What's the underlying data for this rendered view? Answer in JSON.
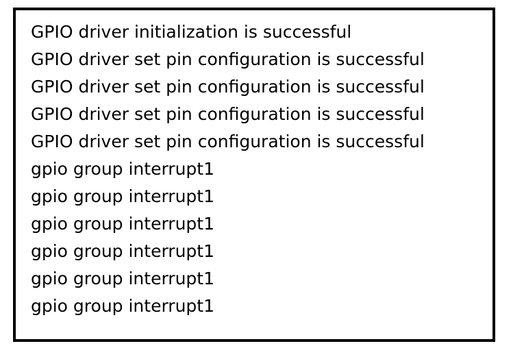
{
  "console": {
    "lines": [
      "GPIO driver initialization is successful",
      "GPIO driver set pin configuration is successful",
      "GPIO driver set pin configuration is successful",
      "GPIO driver set pin configuration is successful",
      "GPIO driver set pin configuration is successful",
      "gpio group interrupt1",
      "gpio group interrupt1",
      "gpio group interrupt1",
      "gpio group interrupt1",
      "gpio group interrupt1",
      "gpio group interrupt1"
    ]
  },
  "colors": {
    "background": "#ffffff",
    "border": "#000000",
    "text": "#000000"
  }
}
